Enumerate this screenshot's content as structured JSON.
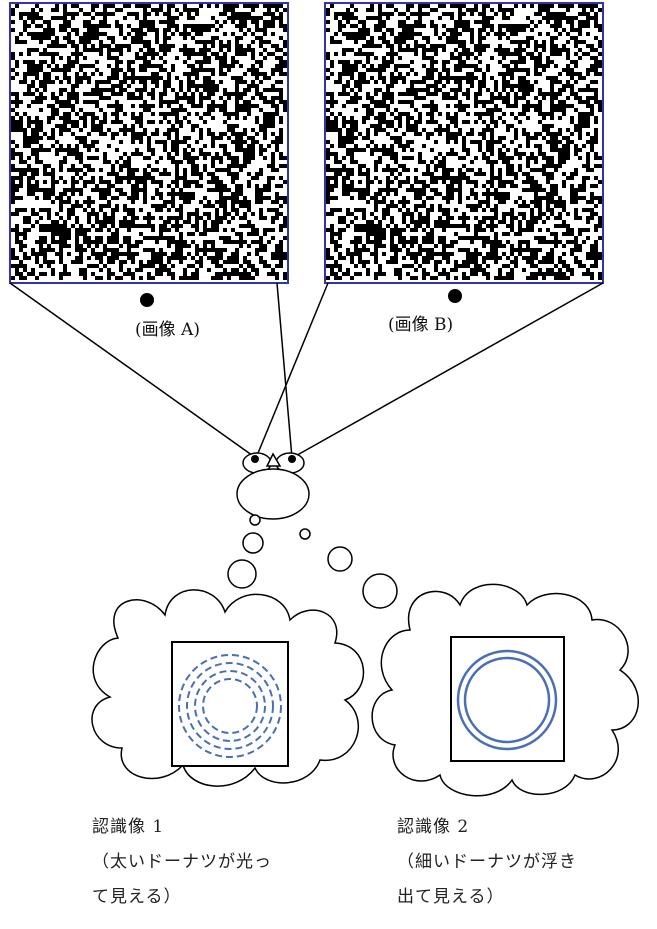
{
  "image_a": {
    "label": "(画像 A)"
  },
  "image_b": {
    "label": "(画像 B)"
  },
  "result_1": {
    "title": "認識像 1",
    "line2": "（太いドーナツが光っ",
    "line3": "て見える）",
    "ring_style": "dashed"
  },
  "result_2": {
    "title": "認識像 2",
    "line2": "（細いドーナツが浮き",
    "line3": "出て見える）",
    "ring_style": "solid"
  },
  "colors": {
    "frame": "#3333aa",
    "ring": "#4a6fb5",
    "line": "#000000"
  }
}
